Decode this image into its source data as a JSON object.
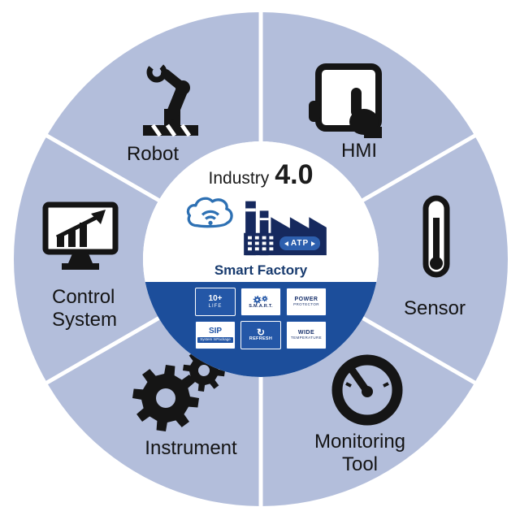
{
  "center": {
    "industry": "Industry",
    "version": "4.0",
    "smart_factory": "Smart Factory",
    "atp": "ATP"
  },
  "segments": {
    "robot": {
      "label": "Robot"
    },
    "hmi": {
      "label": "HMI"
    },
    "sensor": {
      "label": "Sensor"
    },
    "monitoring_tool": {
      "label": "Monitoring Tool"
    },
    "instrument": {
      "label": "Instrument"
    },
    "control_system": {
      "label": "Control System"
    }
  },
  "badges": [
    {
      "style": "blue",
      "line1": "10+",
      "line2": "LIFE"
    },
    {
      "style": "white",
      "line1": "S.M.A.R.T."
    },
    {
      "style": "white",
      "line1": "POWER",
      "line2": "PROTECTOR"
    },
    {
      "style": "white",
      "line1": "SIP",
      "line2": "System InPackage"
    },
    {
      "style": "blue",
      "icon_char": "↻",
      "line1": "REFRESH"
    },
    {
      "style": "white",
      "line1": "WIDE",
      "line2": "TEMPERATURE"
    }
  ],
  "colors": {
    "ring": "#b3bedb",
    "center_blue": "#1c4e9b",
    "badge_blue": "#2457a7",
    "factory_navy": "#16295e",
    "cloud_blue": "#2d70b3",
    "icon_black": "#151515"
  }
}
